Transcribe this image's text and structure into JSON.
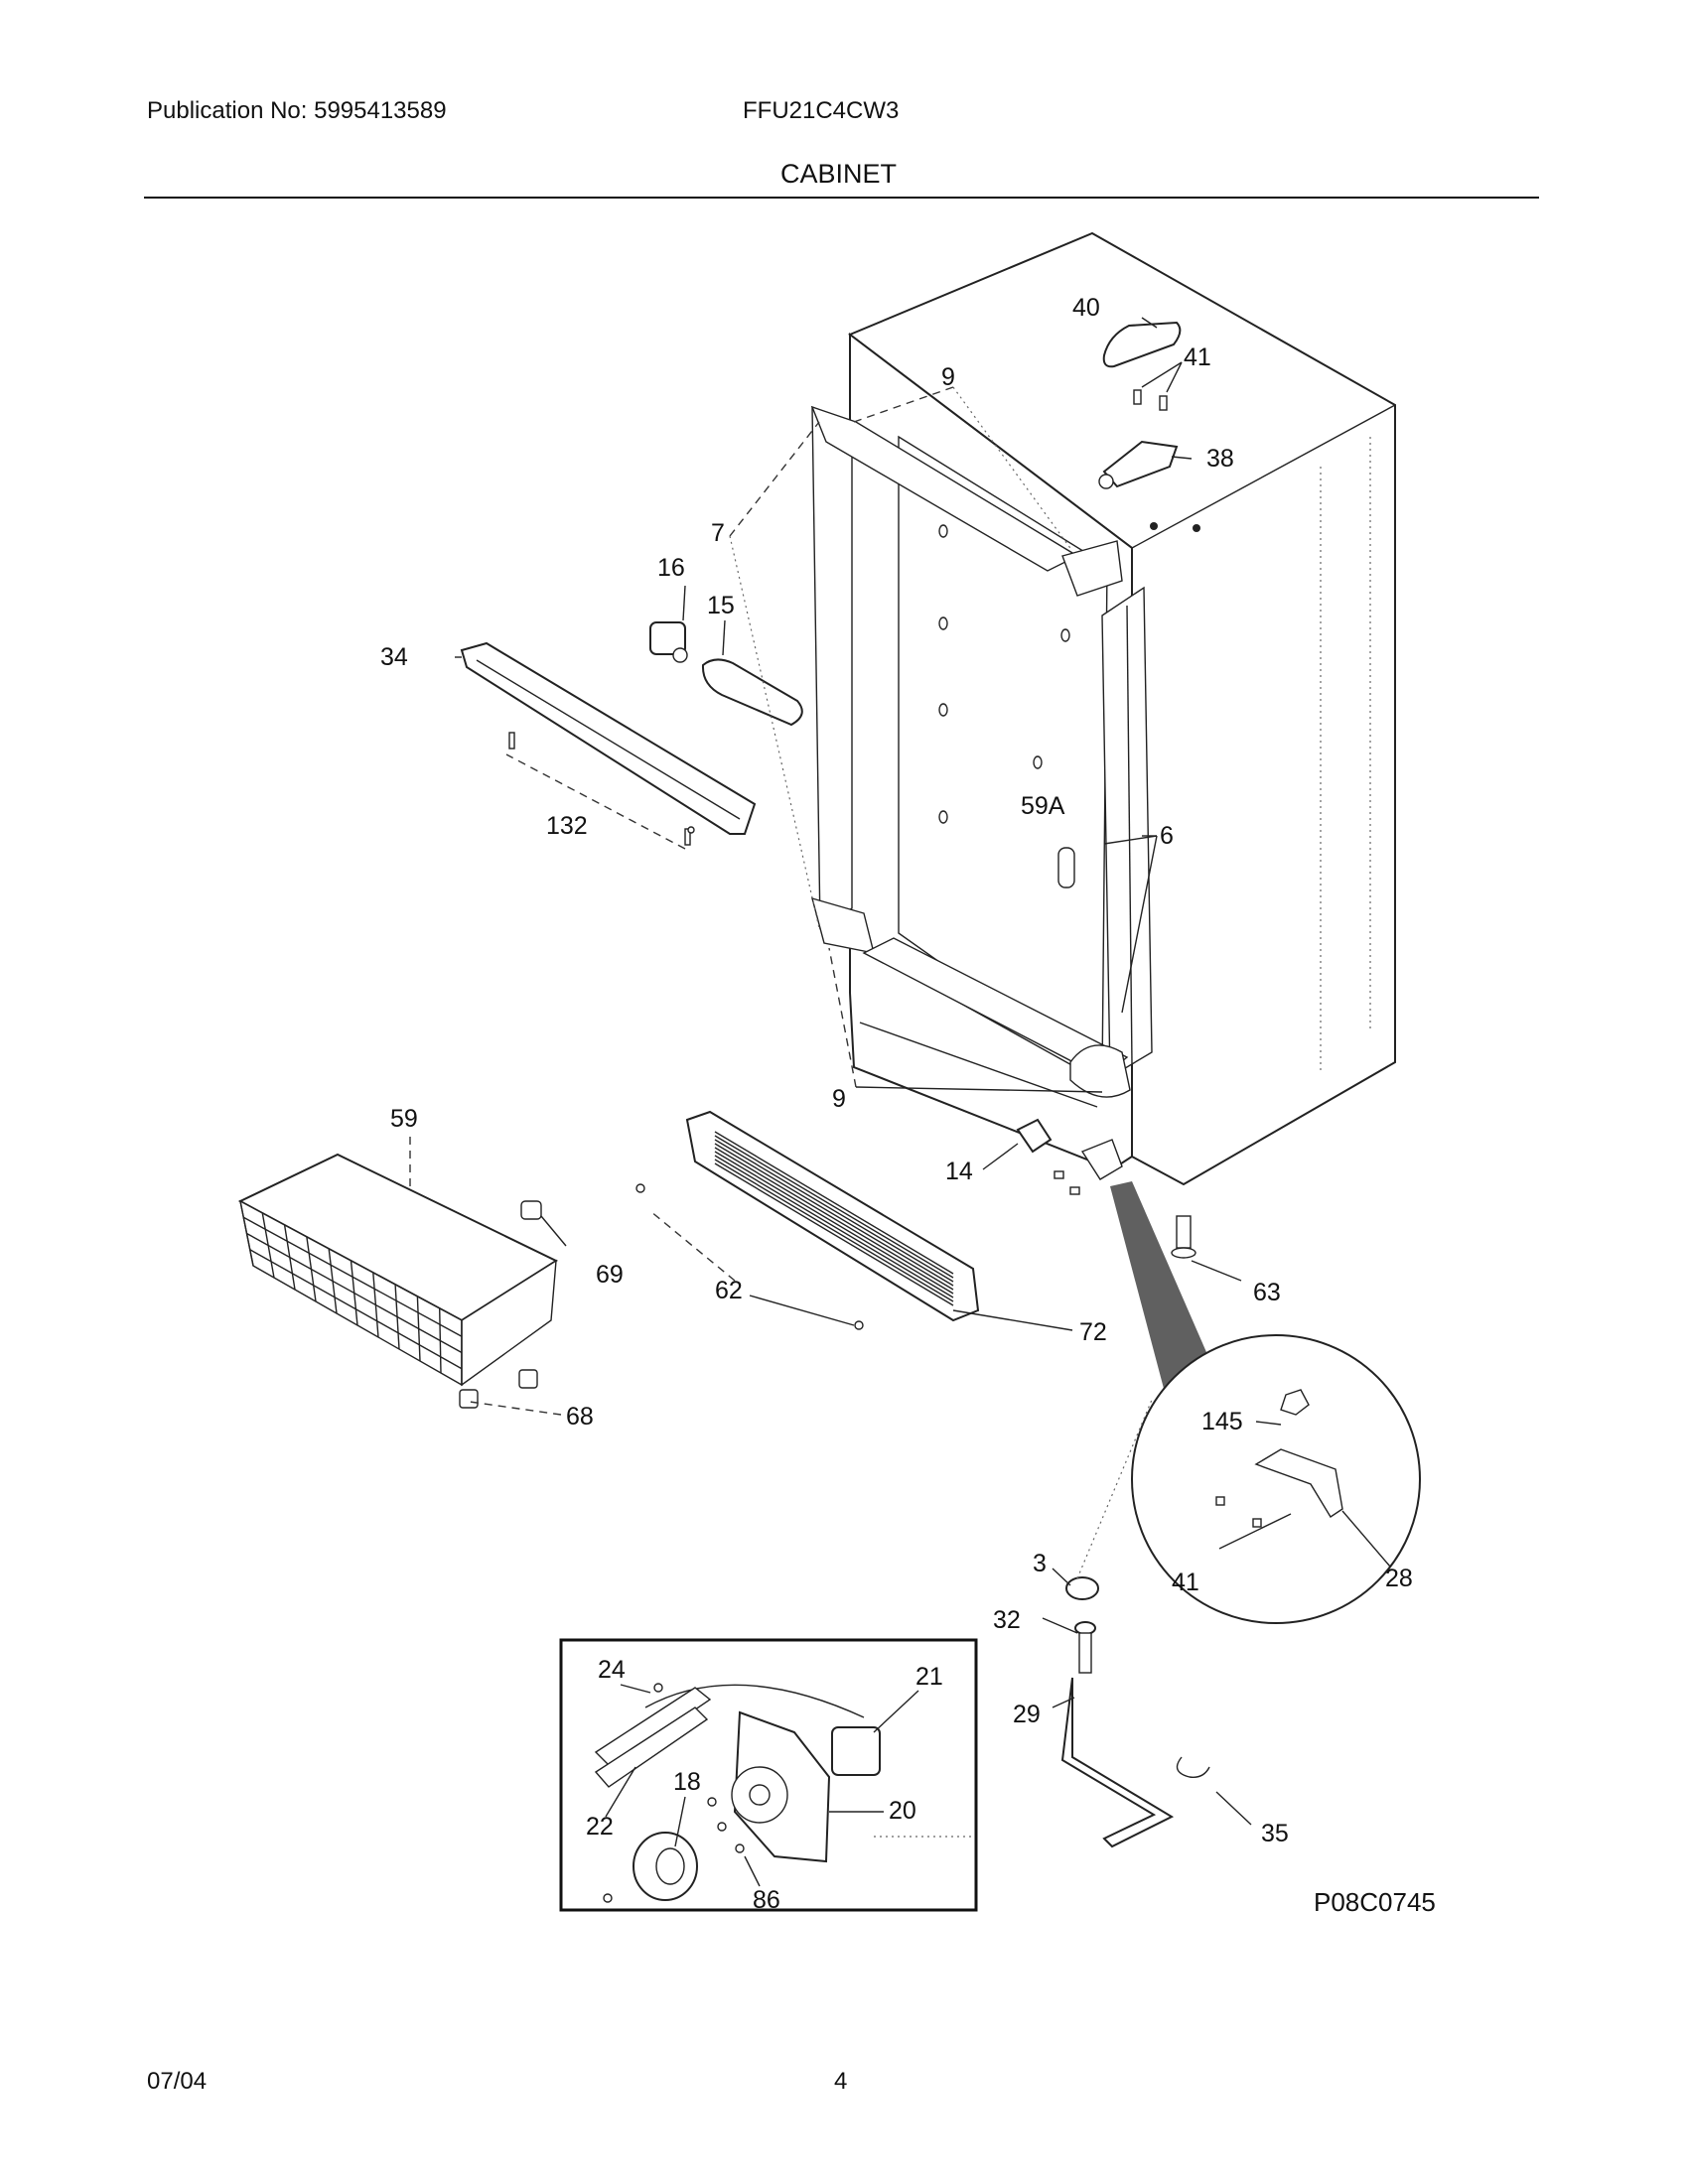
{
  "header": {
    "publication": "Publication No: 5995413589",
    "model": "FFU21C4CW3",
    "section_title": "CABINET"
  },
  "figure_code": "P08C0745",
  "callouts": {
    "c40": "40",
    "c41a": "41",
    "c38": "38",
    "c9a": "9",
    "c7": "7",
    "c16": "16",
    "c15": "15",
    "c34": "34",
    "c132": "132",
    "c59A": "59A",
    "c6": "6",
    "c9b": "9",
    "c59": "59",
    "c69": "69",
    "c14": "14",
    "c62": "62",
    "c72": "72",
    "c63": "63",
    "c68": "68",
    "c145": "145",
    "c3": "3",
    "c41b": "41",
    "c28": "28",
    "c32": "32",
    "c29": "29",
    "c35": "35",
    "c24": "24",
    "c21": "21",
    "c18": "18",
    "c20": "20",
    "c22": "22",
    "c86": "86"
  },
  "footer": {
    "date": "07/04",
    "page": "4"
  }
}
